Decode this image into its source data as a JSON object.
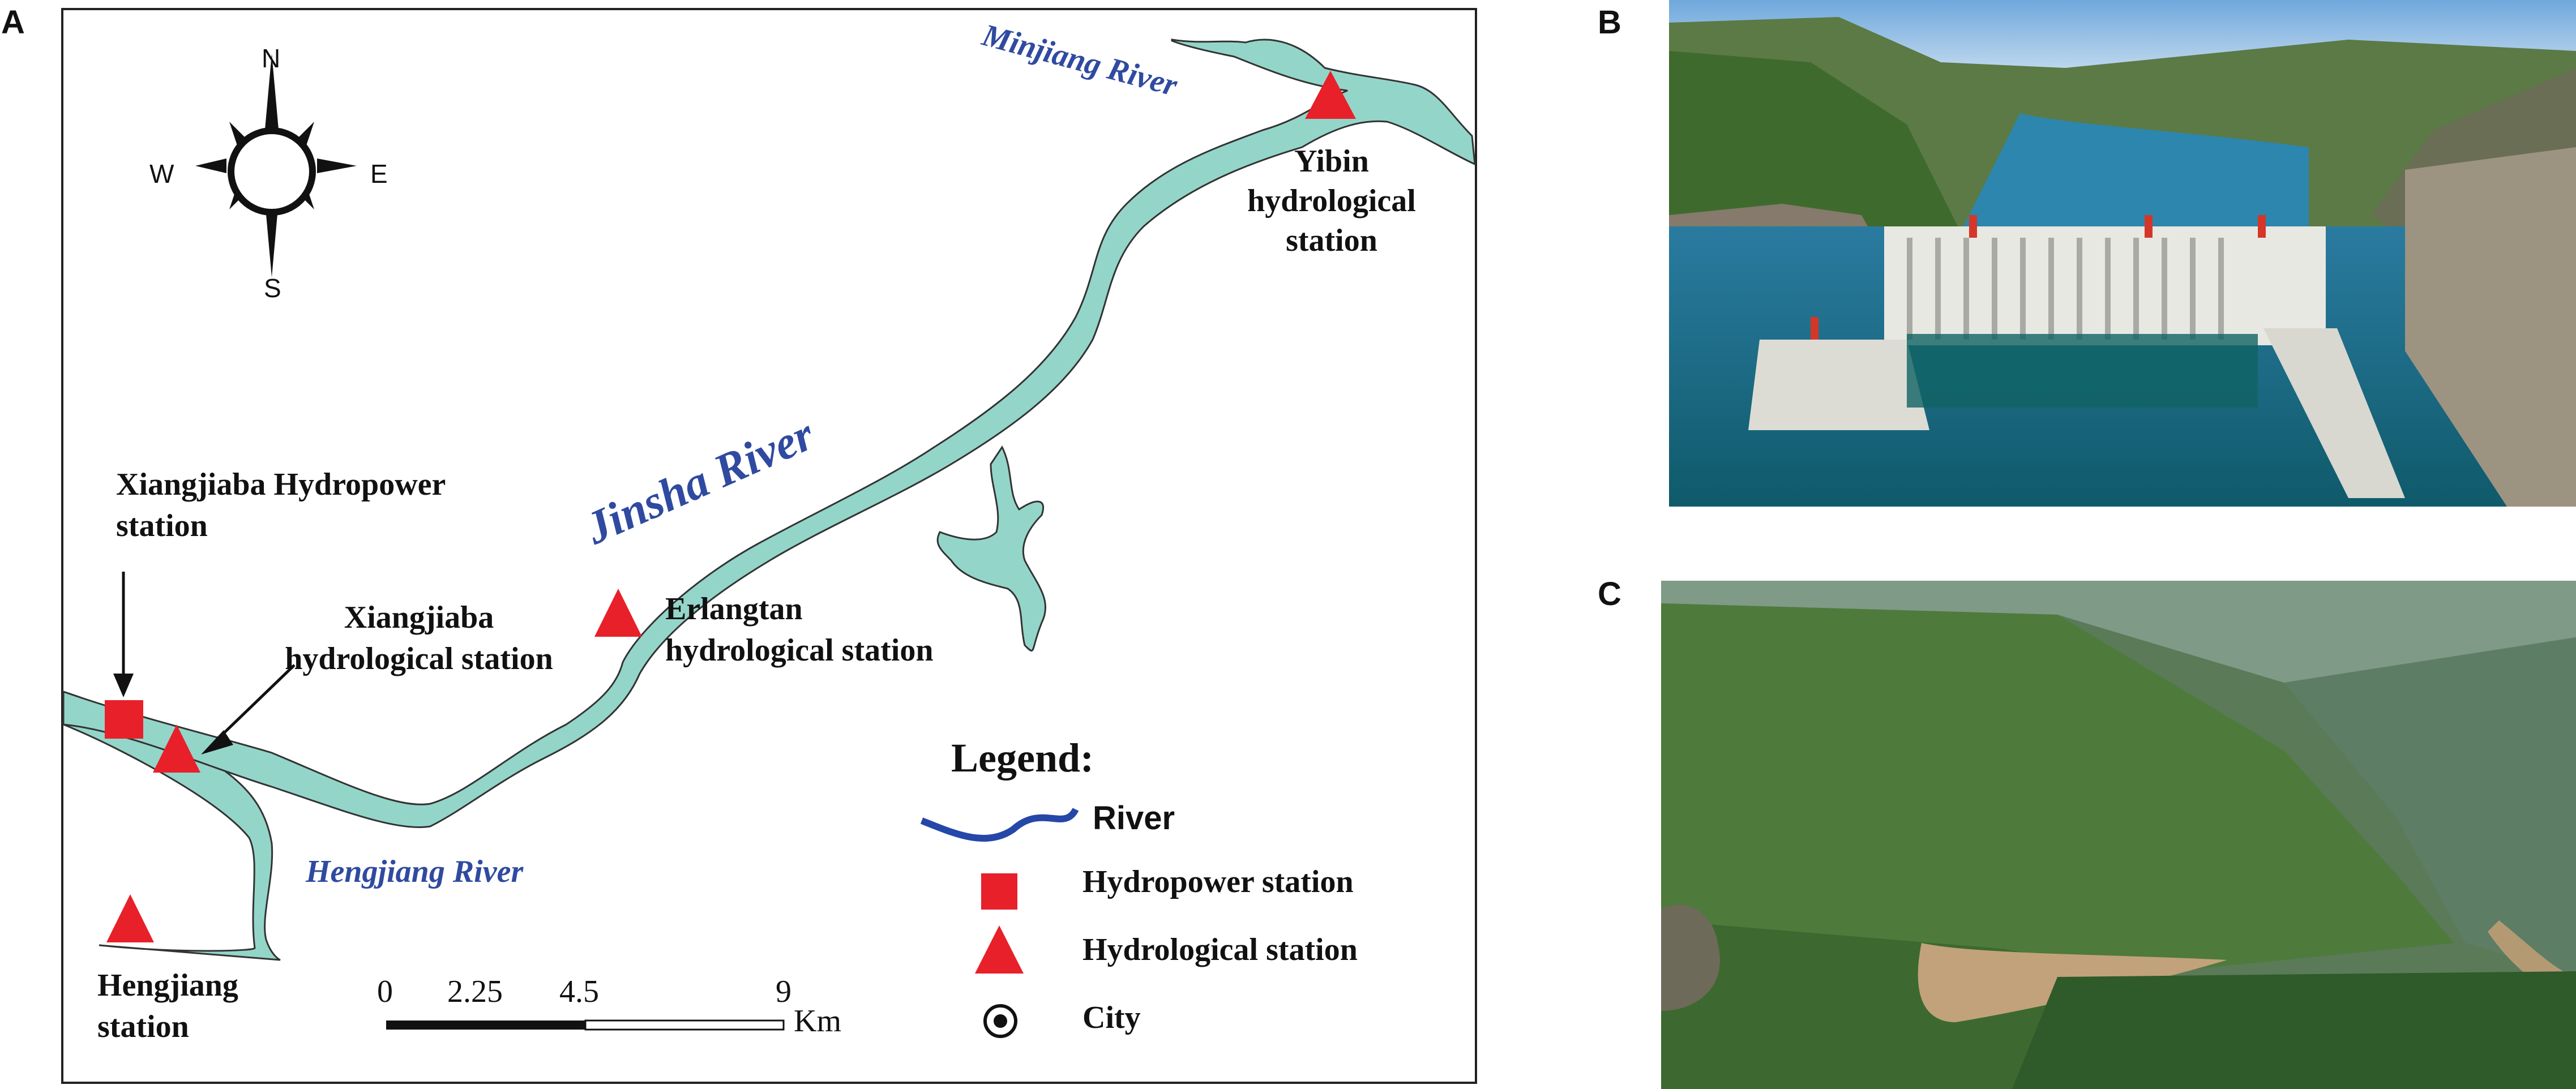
{
  "panels": {
    "a": "A",
    "b": "B",
    "c": "C"
  },
  "compass": {
    "n": "N",
    "s": "S",
    "e": "E",
    "w": "W"
  },
  "rivers": {
    "minjiang": "Minjiang River",
    "jinsha": "Jinsha River",
    "hengjiang": "Hengjiang River"
  },
  "stations": {
    "yibin": [
      "Yibin",
      "hydrological",
      "station"
    ],
    "erlangtan": [
      "Erlangtan",
      "hydrological station"
    ],
    "xiangjiaba_hydro": [
      "Xiangjiaba",
      "hydrological station"
    ],
    "xiangjiaba_power": [
      "Xiangjiaba Hydropower",
      "station"
    ],
    "hengjiang": [
      "Hengjiang",
      "station"
    ]
  },
  "legend": {
    "title": "Legend:",
    "items": [
      "River",
      "Hydropower station",
      "Hydrological station",
      "City"
    ]
  },
  "scale_bar": {
    "ticks": [
      "0",
      "2.25",
      "4.5",
      "9"
    ],
    "unit": "Km"
  },
  "colors": {
    "river_fill": "#93d6c9",
    "river_label": "#2f4aa0",
    "marker_red": "#e8202a",
    "legend_river": "#2547a8"
  },
  "icons": [
    "compass-rose-icon",
    "river-line-icon",
    "square-marker-icon",
    "triangle-marker-icon",
    "city-icon"
  ]
}
